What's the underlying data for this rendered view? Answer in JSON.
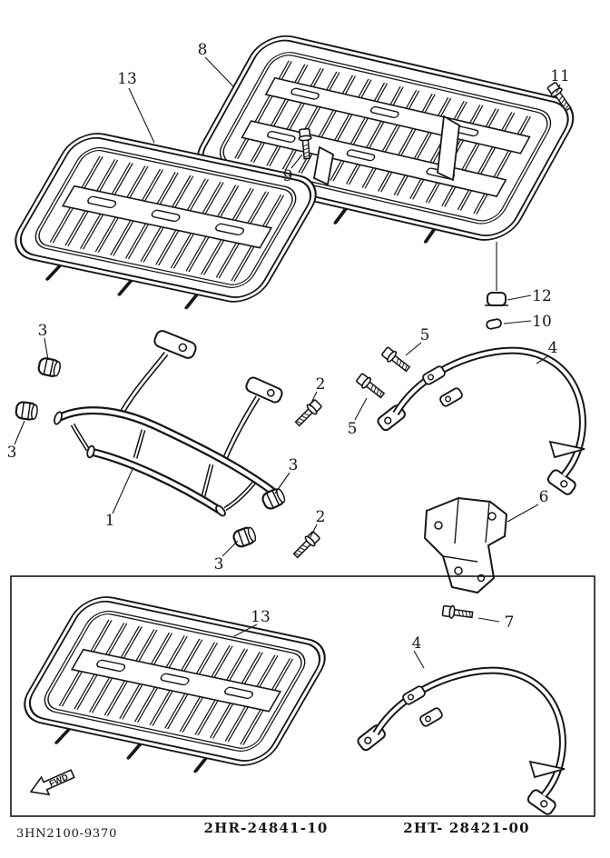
{
  "diagram": {
    "callouts": {
      "c13_top": "13",
      "c8": "8",
      "c11": "11",
      "c9": "9",
      "c12": "12",
      "c10": "10",
      "c3_a": "3",
      "c3_b": "3",
      "c2_a": "2",
      "c5_a": "5",
      "c5_b": "5",
      "c4_a": "4",
      "c1": "1",
      "c3_c": "3",
      "c2_b": "2",
      "c3_d": "3",
      "c6": "6",
      "c7": "7",
      "c13_box": "13",
      "c4_box": "4"
    },
    "inset": {
      "part_number_left": "2HR-24841-10",
      "part_number_right": "2HT- 28421-00"
    },
    "footer_code": "3HN2100-9370",
    "fwd_label": "FWD",
    "colors": {
      "line": "#161616",
      "background": "#ffffff"
    }
  }
}
